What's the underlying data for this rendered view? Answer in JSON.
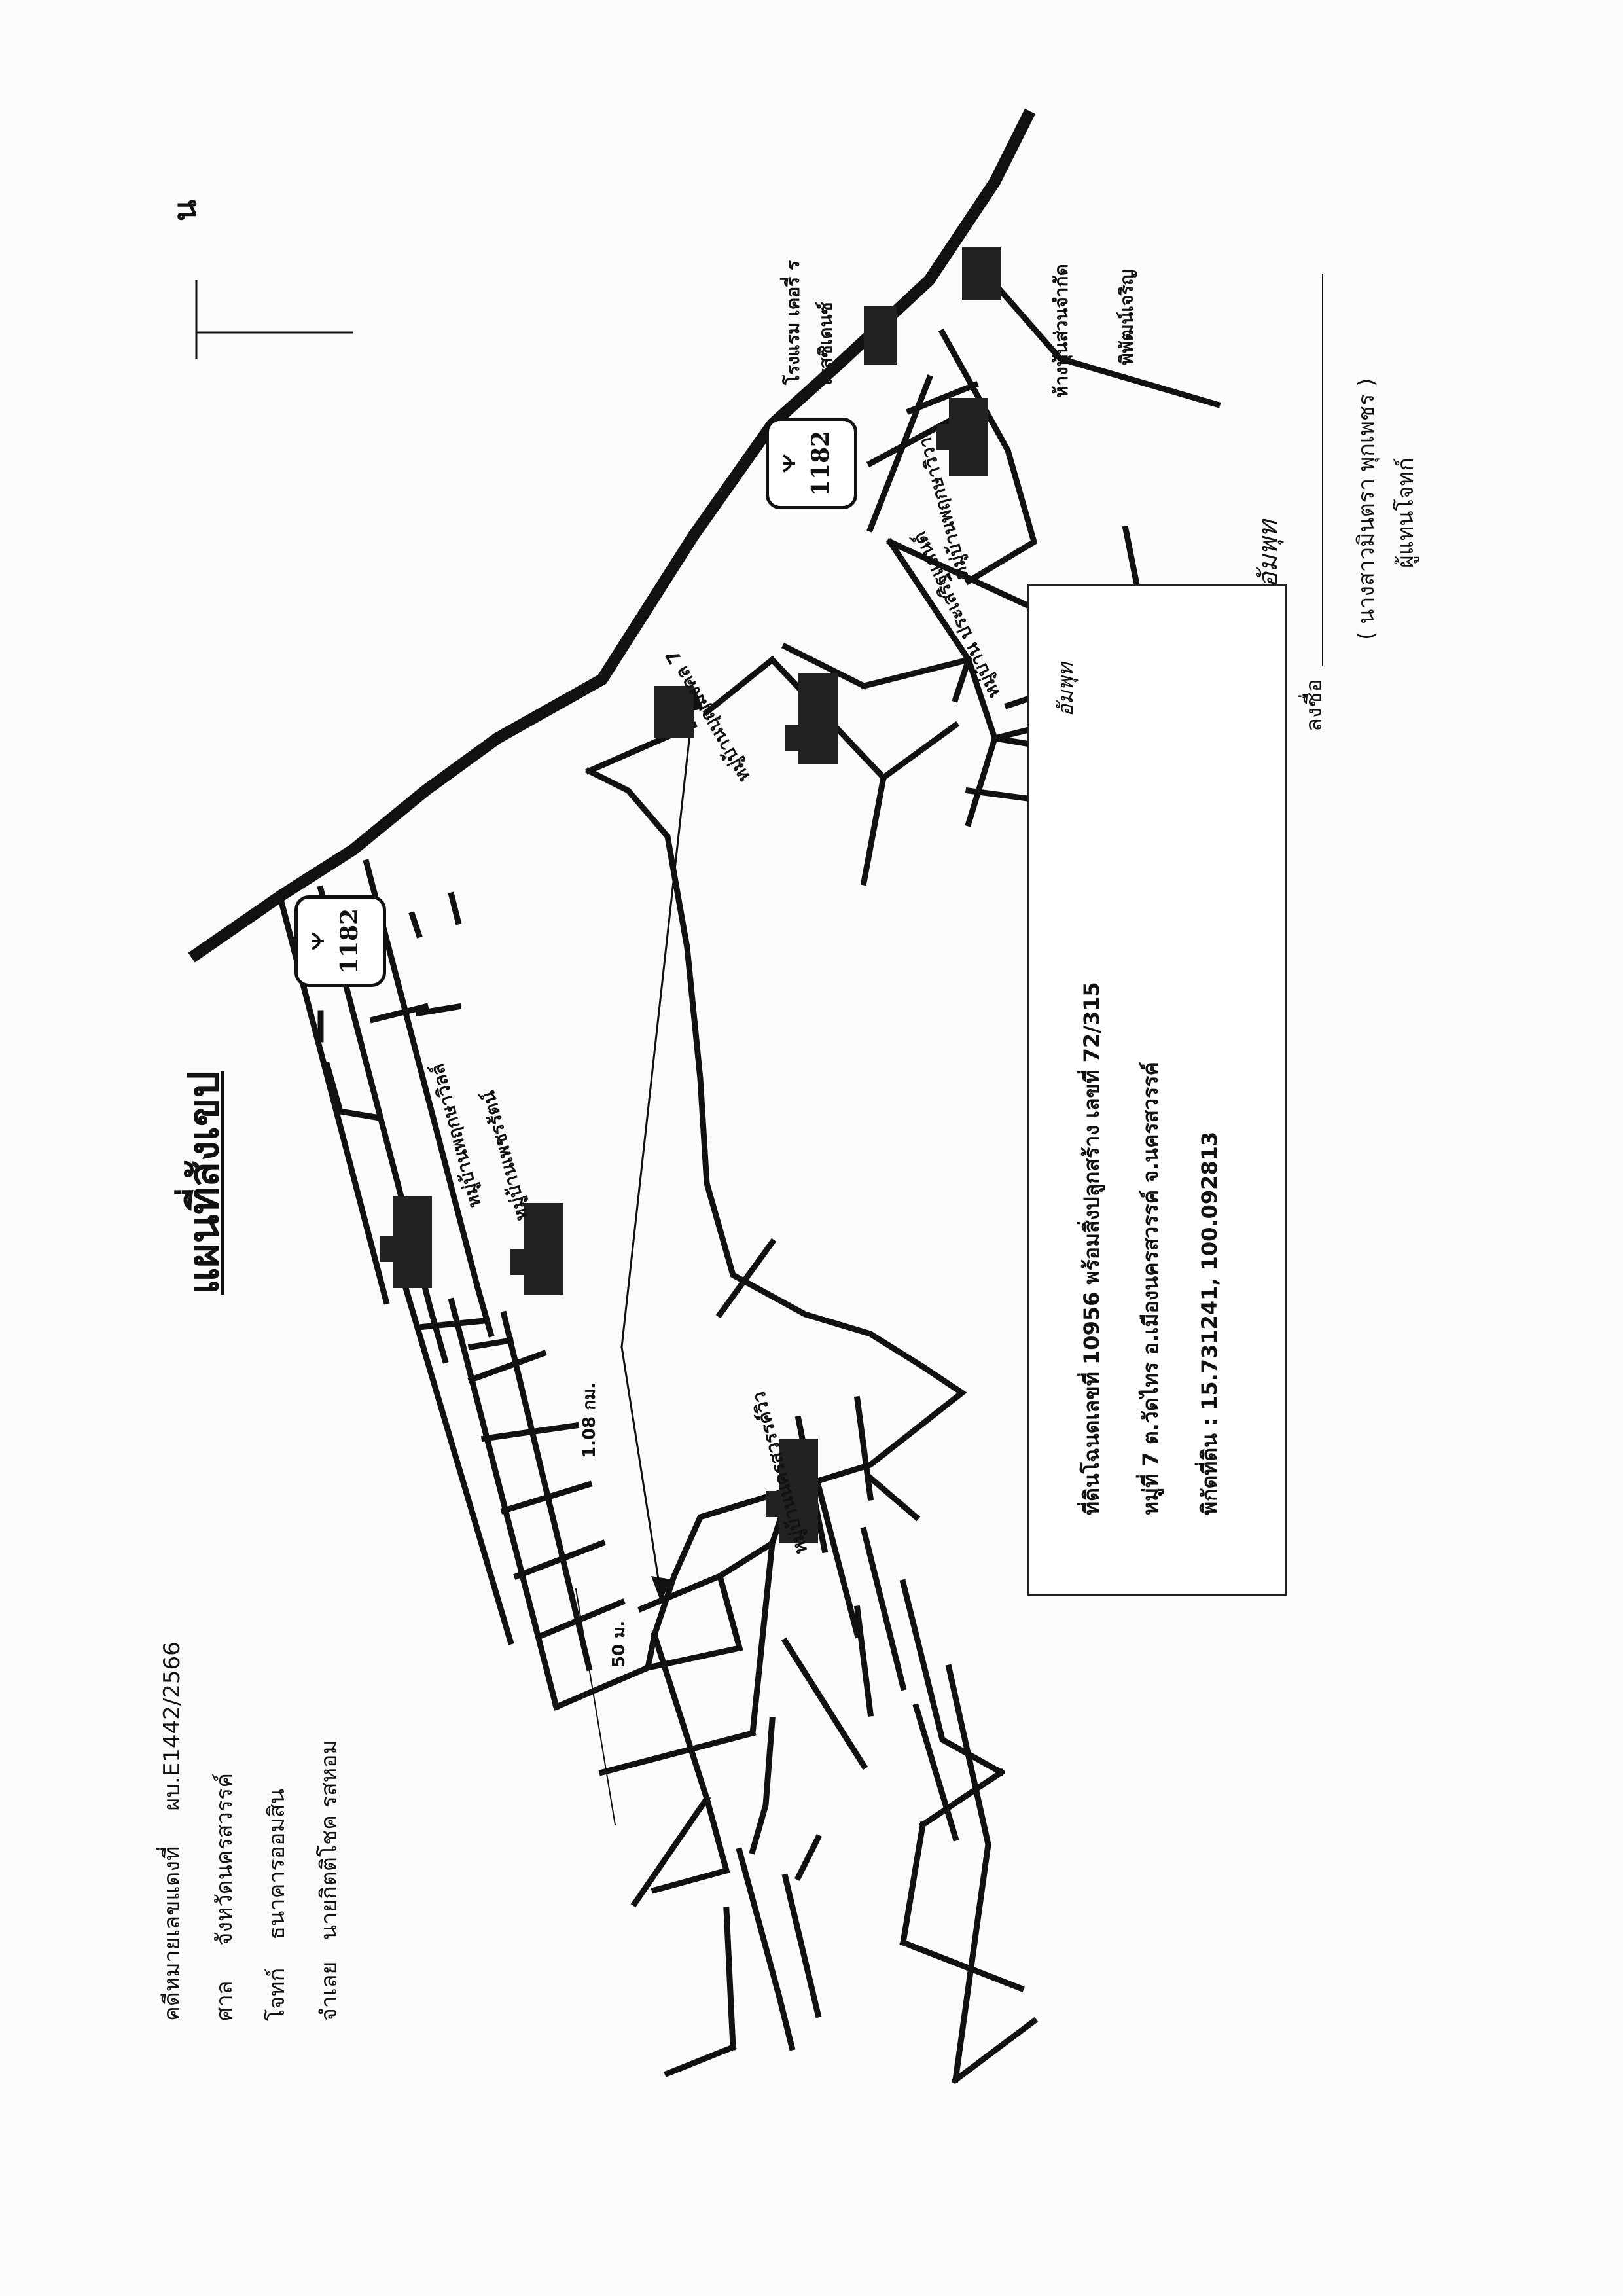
{
  "map": {
    "title": "แผนที่สังเขป",
    "north_label": "น",
    "route_number": "1182"
  },
  "case": {
    "case_label": "คดีหมายเลขแดงที่",
    "case_number": "ผบ.E1442/2566",
    "court_label": "ศาล",
    "court": "จังหวัดนครสวรรค์",
    "plaintiff_label": "โจทก์",
    "plaintiff": "ธนาคารออมสิน",
    "defendant_label": "จำเลย",
    "defendant": "นายกิตติโชค  รสหอม"
  },
  "labels": {
    "village_1": "หมู่บ้านพฤกษาวิลล์",
    "village_2": "หมู่บ้านเพชรรัตน์",
    "village_3": "หมู่บ้านนครสวรรค์วิว",
    "village_4": "หมู่บ้านบุญมงคล 7",
    "village_5": "หมู่บ้านพฤกษาวิวา",
    "village_6": "หมู่บ้าน ประเสริฐแลนด์",
    "hotel": "โรงแรม เคอรี่ ร",
    "hotel_2": "เรสซิเดนซ์",
    "store": "ห้างหุ้นส่วนจำกัด",
    "store_2": "พิพัฒน์เจริญ",
    "distance_1": "1.08 กม.",
    "distance_2": "50 ม."
  },
  "box": {
    "signature_mark": "อัมพุท",
    "land_title": "ที่ดินโฉนดเลขที่ 10956 พร้อมสิ่งปลูกสร้าง เลขที่  72/315",
    "address": "หมู่ที่ 7  ต.วัดไทร  อ.เมืองนครสวรรค์  จ.นครสวรรค์",
    "coordinates": "พิกัดที่ดิน : 15.731241, 100.092813"
  },
  "signature": {
    "label": "ลงชื่อ",
    "mark": "อัมพุท",
    "name": "(   นางสาวมินตรา  พุกเพชร   )",
    "role": "ผู้แทนโจทก์"
  }
}
